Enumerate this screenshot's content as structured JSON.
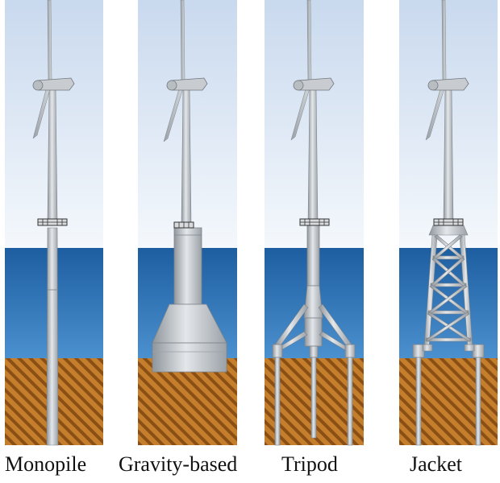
{
  "foundations": [
    {
      "id": "monopile",
      "label": "Monopile"
    },
    {
      "id": "gravity",
      "label": "Gravity-based"
    },
    {
      "id": "tripod",
      "label": "Tripod"
    },
    {
      "id": "jacket",
      "label": "Jacket"
    }
  ],
  "colors": {
    "sky_top": "#c9d9ee",
    "sky_bottom": "#f4f8fc",
    "water_top": "#1d5ea0",
    "water_bottom": "#4b90cf",
    "seabed": "#c47e2c",
    "seabed_stripe": "#8a4f14",
    "steel": "#c4c8cc",
    "steel_dark": "#8f969c",
    "steel_light": "#e4e7ea"
  }
}
